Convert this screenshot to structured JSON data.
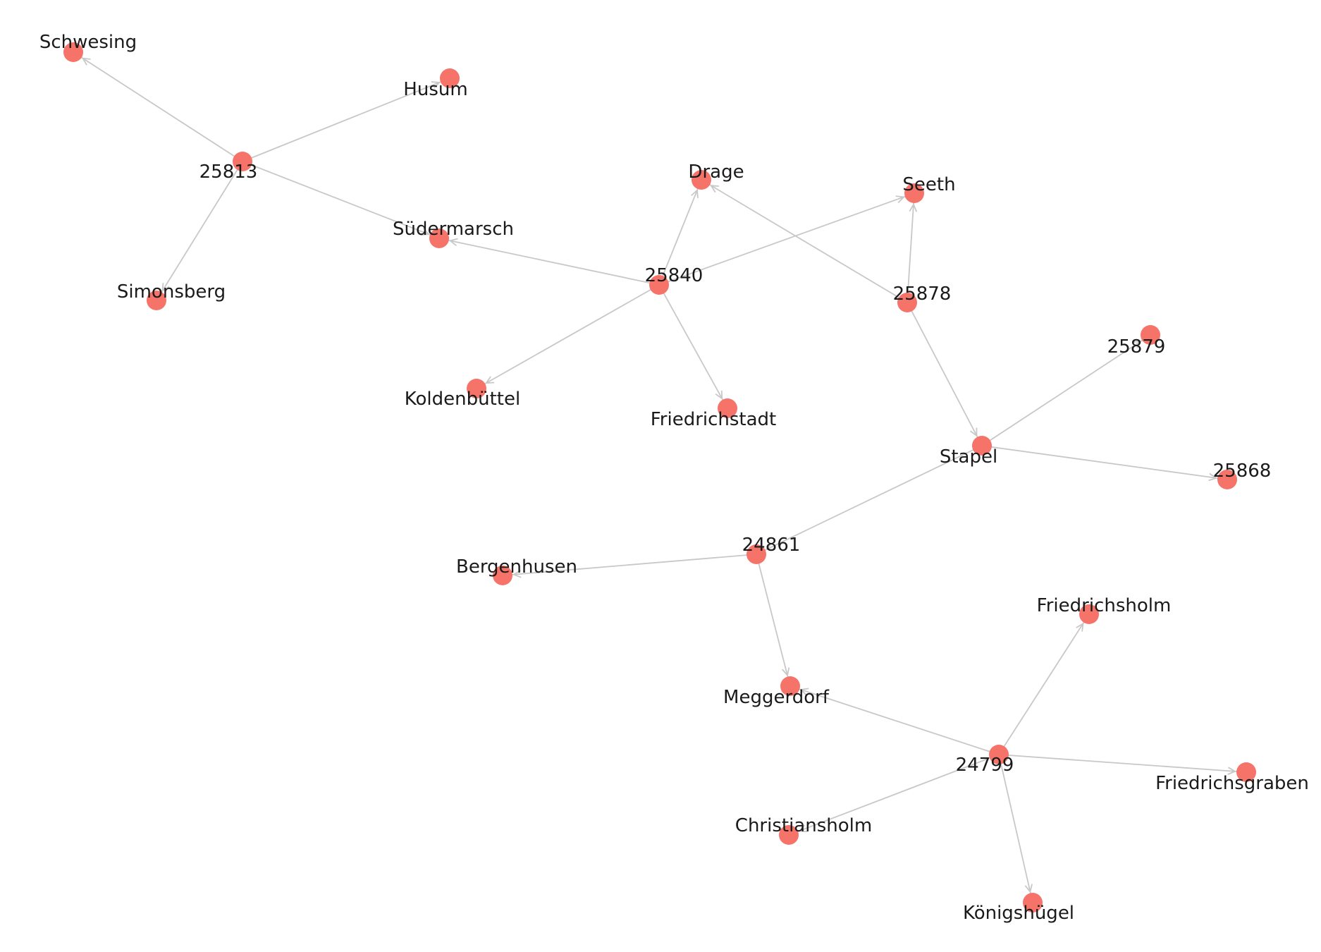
{
  "graph": {
    "node_color": "#f57369",
    "edge_color": "#c8c8c8",
    "label_color": "#1a1a1a",
    "nodes": [
      {
        "id": "schwesing",
        "label": "Schwesing"
      },
      {
        "id": "husum",
        "label": "Husum"
      },
      {
        "id": "25813",
        "label": "25813"
      },
      {
        "id": "simonsberg",
        "label": "Simonsberg"
      },
      {
        "id": "suedermarsch",
        "label": "Südermarsch"
      },
      {
        "id": "drage",
        "label": "Drage"
      },
      {
        "id": "seeth",
        "label": "Seeth"
      },
      {
        "id": "25840",
        "label": "25840"
      },
      {
        "id": "25878",
        "label": "25878"
      },
      {
        "id": "koldenbuettel",
        "label": "Koldenbüttel"
      },
      {
        "id": "friedrichstadt",
        "label": "Friedrichstadt"
      },
      {
        "id": "25879",
        "label": "25879"
      },
      {
        "id": "stapel",
        "label": "Stapel"
      },
      {
        "id": "25868",
        "label": "25868"
      },
      {
        "id": "24861",
        "label": "24861"
      },
      {
        "id": "bergenhusen",
        "label": "Bergenhusen"
      },
      {
        "id": "friedrichsholm",
        "label": "Friedrichsholm"
      },
      {
        "id": "meggerdorf",
        "label": "Meggerdorf"
      },
      {
        "id": "24799",
        "label": "24799"
      },
      {
        "id": "friedrichsgraben",
        "label": "Friedrichsgraben"
      },
      {
        "id": "christiansholm",
        "label": "Christiansholm"
      },
      {
        "id": "koenigshuegel",
        "label": "Königshügel"
      }
    ],
    "edges": [
      {
        "source": "25813",
        "target": "schwesing"
      },
      {
        "source": "25813",
        "target": "husum"
      },
      {
        "source": "25813",
        "target": "simonsberg"
      },
      {
        "source": "25813",
        "target": "suedermarsch"
      },
      {
        "source": "25840",
        "target": "suedermarsch"
      },
      {
        "source": "25840",
        "target": "drage"
      },
      {
        "source": "25840",
        "target": "seeth"
      },
      {
        "source": "25840",
        "target": "koldenbuettel"
      },
      {
        "source": "25840",
        "target": "friedrichstadt"
      },
      {
        "source": "25878",
        "target": "drage"
      },
      {
        "source": "25878",
        "target": "seeth"
      },
      {
        "source": "25878",
        "target": "stapel"
      },
      {
        "source": "stapel",
        "target": "25879"
      },
      {
        "source": "stapel",
        "target": "25868"
      },
      {
        "source": "stapel",
        "target": "24861"
      },
      {
        "source": "24861",
        "target": "bergenhusen"
      },
      {
        "source": "24861",
        "target": "meggerdorf"
      },
      {
        "source": "24799",
        "target": "meggerdorf"
      },
      {
        "source": "24799",
        "target": "friedrichsholm"
      },
      {
        "source": "24799",
        "target": "friedrichsgraben"
      },
      {
        "source": "24799",
        "target": "christiansholm"
      },
      {
        "source": "24799",
        "target": "koenigshuegel"
      }
    ]
  }
}
